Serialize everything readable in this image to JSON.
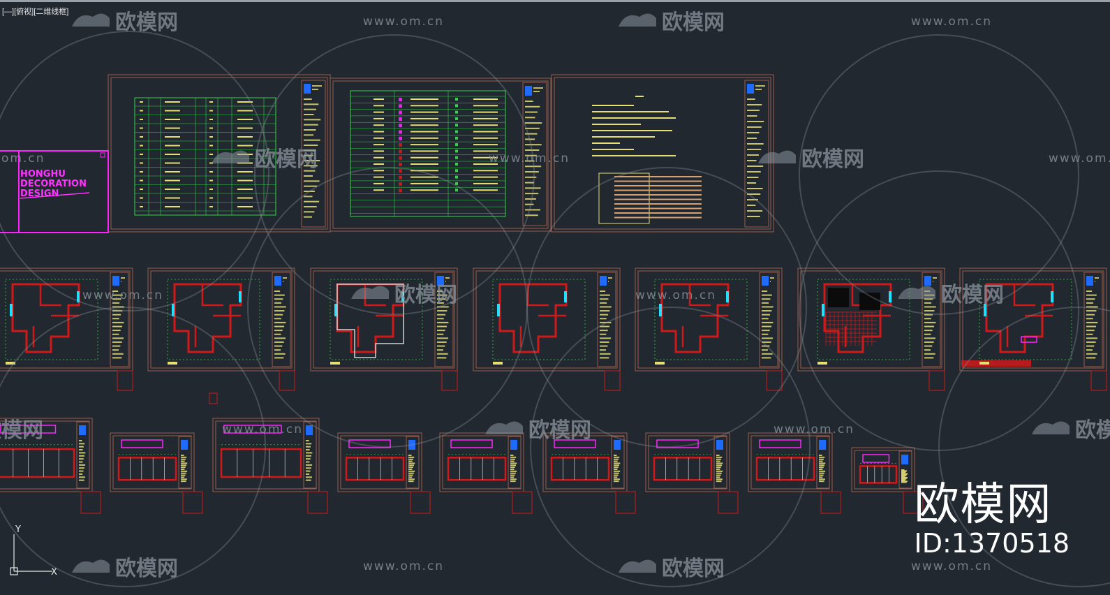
{
  "viewport": {
    "label": "[—][俯视][二维线框]"
  },
  "brand": {
    "name": "欧模网",
    "id": "ID:1370518"
  },
  "watermark": {
    "brand_text": "欧模网",
    "url_text": "www.om.cn",
    "partial_url_text": "om.cn"
  },
  "cover": {
    "lines": [
      "HONGHU",
      "DECORATION",
      "DESIGN"
    ]
  },
  "ucs": {
    "y_label": "Y",
    "x_label": "X"
  },
  "colors": {
    "background": "#212830",
    "frame": "#9a5b4a",
    "wall": "#d01a1a",
    "dimension": "#33d44a",
    "text_block": "#e8df74",
    "magenta": "#ff22ff",
    "cyan": "#21e0ff",
    "blue_logo": "#1f6bff",
    "watermark": "#8b939c"
  }
}
